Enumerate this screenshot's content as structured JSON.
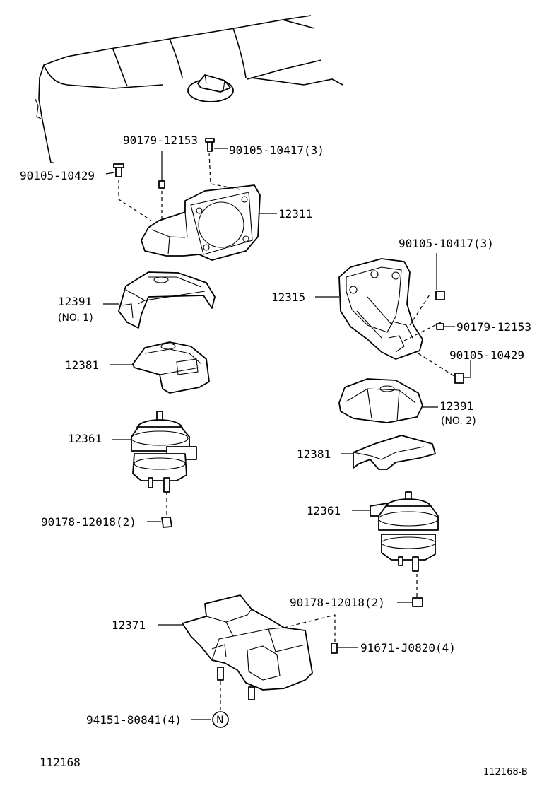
{
  "labels": {
    "bolt_left_top": "90179-12153",
    "bolt_left_top_mid": "90105-10417(3)",
    "bolt_left_side": "90105-10429",
    "bracket_left": "12311",
    "insulator_left": "12391",
    "insulator_left_note": "(NO. 1)",
    "stopper_left": "12381",
    "mount_left": "12361",
    "nut_left": "90178-12018(2)",
    "bolt_right_top": "90105-10417(3)",
    "bracket_right": "12315",
    "bolt_right_mid": "90179-12153",
    "bolt_right_side": "90105-10429",
    "insulator_right": "12391",
    "insulator_right_note": "(NO. 2)",
    "stopper_right": "12381",
    "mount_right": "12361",
    "nut_right": "90178-12018(2)",
    "bolt_crossmember": "91671-J0820(4)",
    "crossmember": "12371",
    "bolt_bottom": "94151-80841(4)",
    "bolt_bottom_marker": "N",
    "footer_left": "112168",
    "footer_right": "112168-B"
  }
}
